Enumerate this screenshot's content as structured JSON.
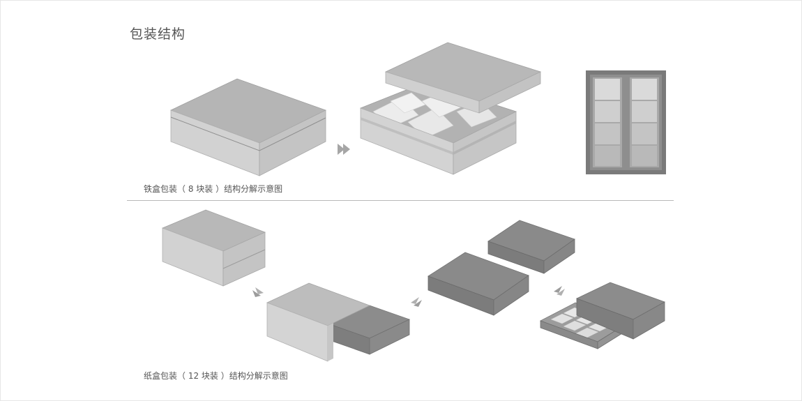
{
  "title": "包装结构",
  "captions": {
    "tin_box": "铁盒包装（ 8 块装 ）结构分解示意图",
    "paper_box": "纸盒包装（ 12 块装 ）结构分解示意图"
  },
  "colors": {
    "face_top": "#b4b4b4",
    "face_front": "#cfcfcf",
    "face_side": "#c2c2c2",
    "dark_top": "#8a8a8a",
    "dark_front": "#7a7a7a",
    "arrow": "#9a9a9a",
    "line": "#b8b8b8"
  }
}
